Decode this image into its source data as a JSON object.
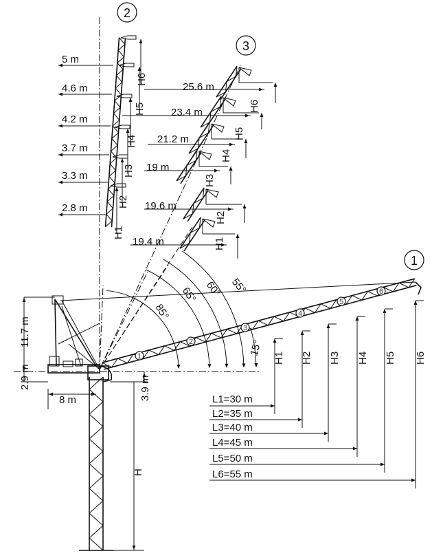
{
  "positions": {
    "p1": "1",
    "p2": "2",
    "p3": "3"
  },
  "jib_markers": [
    "1",
    "2",
    "3",
    "4",
    "5",
    "6"
  ],
  "pos2": {
    "radii": [
      "5 m",
      "4.6 m",
      "4.2 m",
      "3.7 m",
      "3.3 m",
      "2.8 m"
    ],
    "heights": [
      "H6",
      "H5",
      "H4",
      "H3",
      "H2",
      "H1"
    ]
  },
  "pos3": {
    "radii": [
      "25.6 m",
      "23.4 m",
      "21.2 m",
      "19 m",
      "19.6 m",
      "19.4 m"
    ],
    "heights": [
      "H6",
      "H5",
      "H4",
      "H3",
      "H2",
      "H1"
    ]
  },
  "angles": [
    "85°",
    "65°",
    "60°",
    "55°",
    "15°"
  ],
  "pos1": {
    "heights": [
      "H1",
      "H2",
      "H3",
      "H4",
      "H5",
      "H6"
    ],
    "lengths": [
      "L1=30 m",
      "L2=35 m",
      "L3=40 m",
      "L4=45 m",
      "L5=50 m",
      "L6=55 m"
    ]
  },
  "dims": {
    "top_height": "11.7 m",
    "platform": "2.9 m",
    "slew": "3.9 m",
    "tail": "8 m",
    "tower": "H"
  }
}
